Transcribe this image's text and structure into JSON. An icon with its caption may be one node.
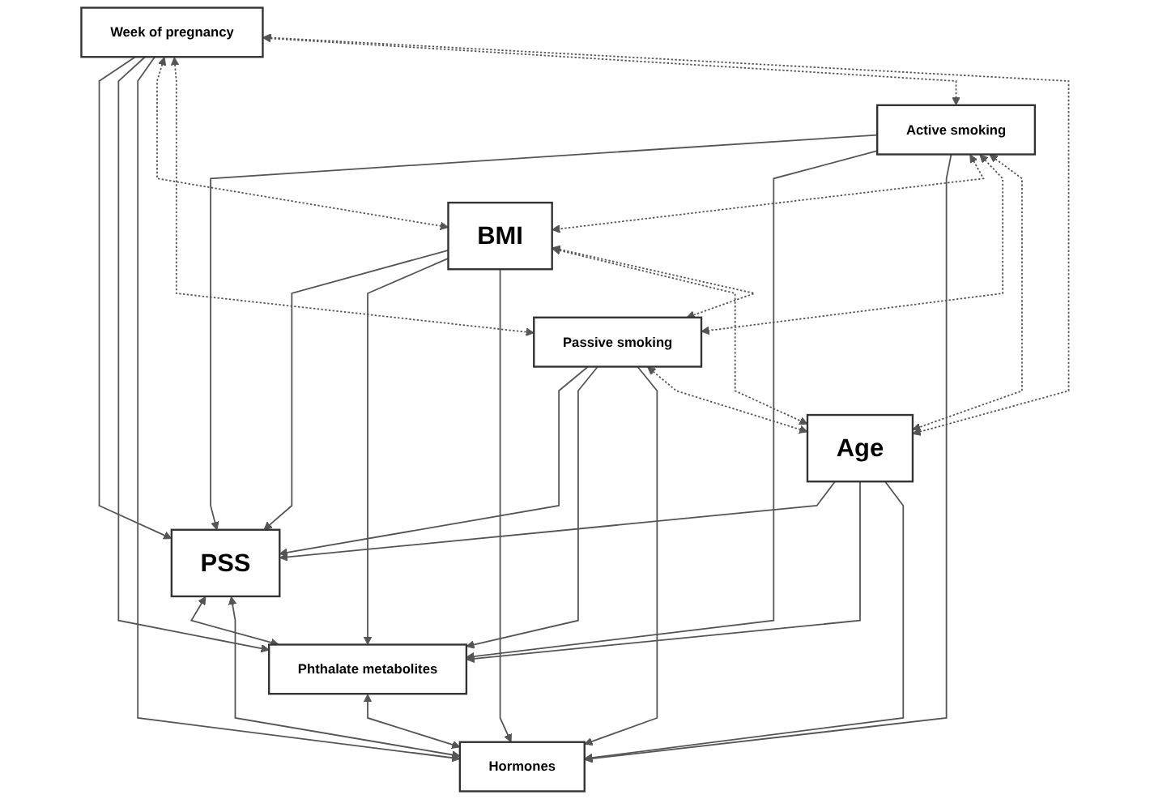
{
  "diagram": {
    "nodes": [
      {
        "text": [
          "PSS"
        ]
      },
      {
        "text": [
          "Phthalate metabolites"
        ]
      },
      {
        "text": [
          "Week of pregnancy"
        ]
      },
      {
        "text": [
          "Active smoking"
        ]
      },
      {
        "text": [
          "Hormones"
        ]
      },
      {
        "text": [
          "BMI"
        ]
      },
      {
        "text": [
          "Age"
        ]
      },
      {
        "text": [
          "Passive smoking"
        ]
      }
    ],
    "edges": [
      {
        "from": 0,
        "to": 1,
        "arrow": "both"
      },
      {
        "from": 1,
        "to": 4,
        "arrow": "both"
      },
      {
        "from": 0,
        "to": 4,
        "arrow": "both"
      },
      {
        "from": 2,
        "to": 0,
        "arrow": "to"
      },
      {
        "from": 2,
        "to": 1,
        "arrow": "to"
      },
      {
        "from": 2,
        "to": 4,
        "arrow": "to"
      },
      {
        "from": 5,
        "to": 0,
        "arrow": "to"
      },
      {
        "from": 5,
        "to": 1,
        "arrow": "to"
      },
      {
        "from": 5,
        "to": 4,
        "arrow": "to"
      },
      {
        "from": 3,
        "to": 0,
        "arrow": "to"
      },
      {
        "from": 3,
        "to": 1,
        "arrow": "to"
      },
      {
        "from": 3,
        "to": 4,
        "arrow": "to"
      },
      {
        "from": 7,
        "to": 0,
        "arrow": "to"
      },
      {
        "from": 7,
        "to": 1,
        "arrow": "to"
      },
      {
        "from": 7,
        "to": 4,
        "arrow": "to"
      },
      {
        "from": 6,
        "to": 0,
        "arrow": "to"
      },
      {
        "from": 6,
        "to": 1,
        "arrow": "to"
      },
      {
        "from": 6,
        "to": 4,
        "arrow": "to"
      },
      {
        "from": 2,
        "to": 5,
        "arrow": "both",
        "style": "dashed"
      },
      {
        "from": 2,
        "to": 7,
        "arrow": "both",
        "style": "dashed"
      },
      {
        "from": 2,
        "to": 3,
        "arrow": "both",
        "style": "dashed"
      },
      {
        "from": 2,
        "to": 6,
        "arrow": "both",
        "style": "dashed"
      },
      {
        "from": 3,
        "to": 5,
        "arrow": "both",
        "style": "dashed"
      },
      {
        "from": 3,
        "to": 7,
        "arrow": "both",
        "style": "dashed"
      },
      {
        "from": 3,
        "to": 6,
        "arrow": "both",
        "style": "dashed"
      },
      {
        "from": 5,
        "to": 6,
        "arrow": "both",
        "style": "dashed"
      },
      {
        "from": 5,
        "to": 7,
        "arrow": "both",
        "style": "dashed"
      },
      {
        "from": 7,
        "to": 6,
        "arrow": "both",
        "style": "dashed"
      }
    ]
  }
}
